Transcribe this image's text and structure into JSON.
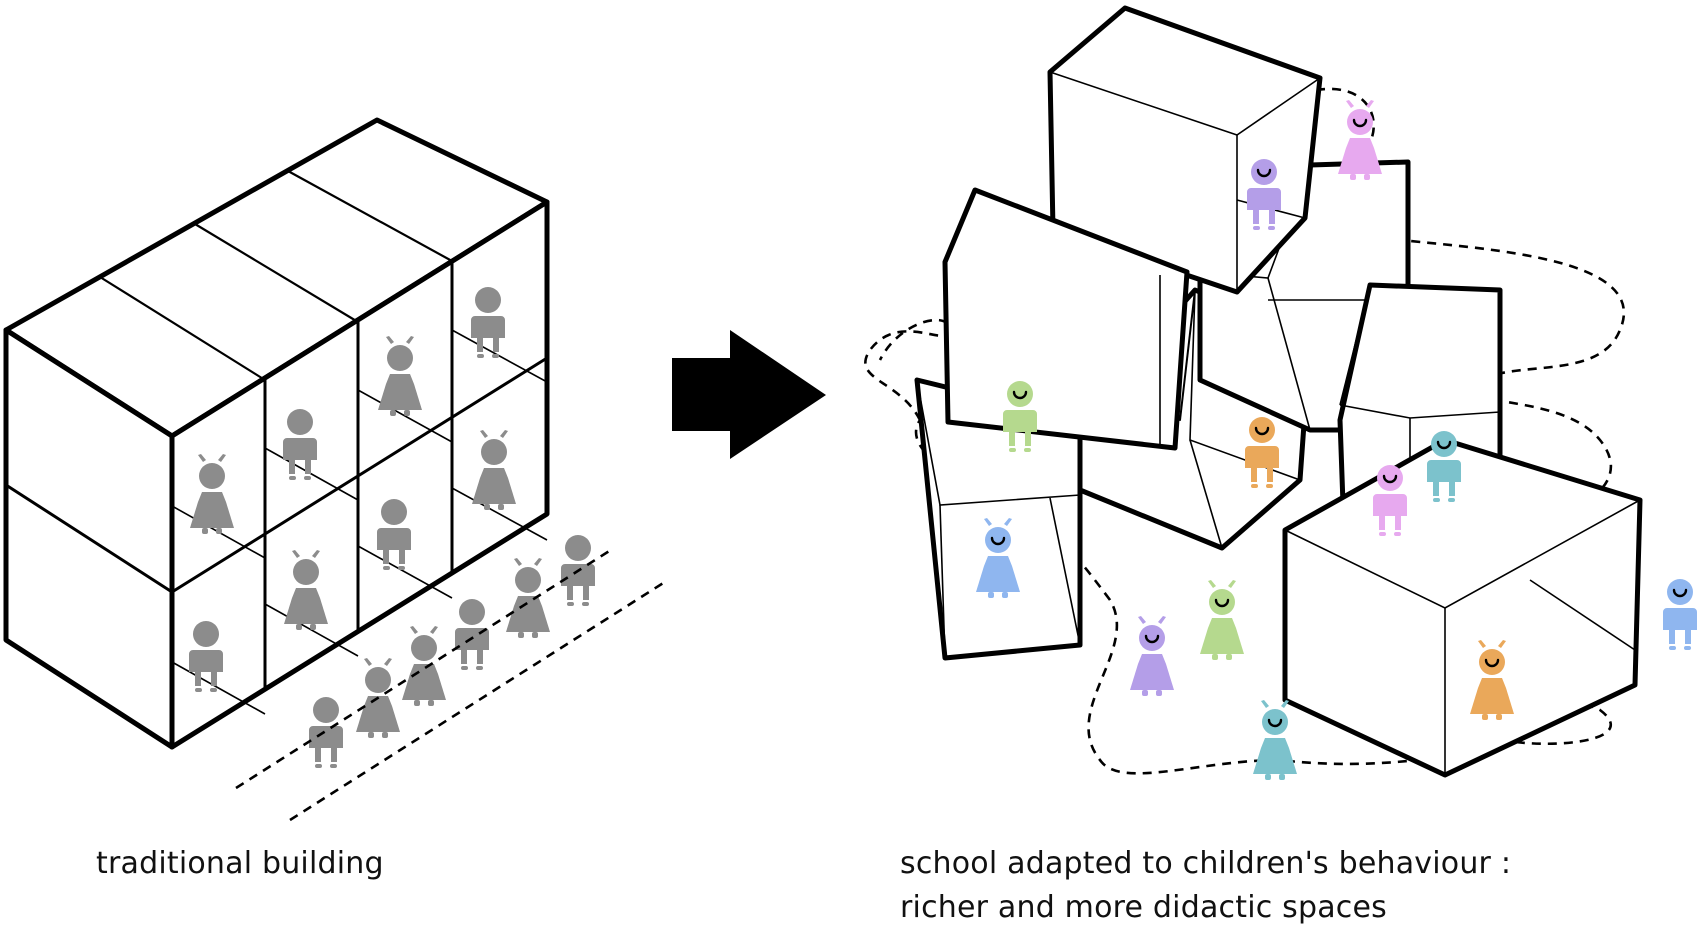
{
  "captions": {
    "left": "traditional building",
    "right_line1": "school adapted to children's behaviour :",
    "right_line2": "richer and more didactic spaces"
  },
  "colors": {
    "stroke": "#000000",
    "grey_child": "#8c8c8c",
    "lilac": "#b49ee8",
    "pink": "#e7a9ef",
    "green": "#b5d98e",
    "orange": "#eaa85a",
    "teal": "#7cc2cc",
    "blue": "#8fb6ef"
  },
  "icons": [
    "arrow-right-icon",
    "child-figure-icon"
  ]
}
